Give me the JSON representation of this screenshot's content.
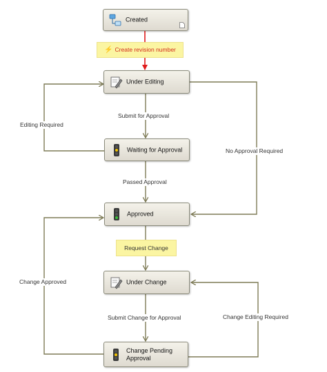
{
  "states": {
    "created": {
      "label": "Created",
      "icon": "workflow-icon"
    },
    "under_editing": {
      "label": "Under Editing",
      "icon": "edit-document-icon"
    },
    "waiting_for_approval": {
      "label": "Waiting for Approval",
      "icon": "traffic-light-icon"
    },
    "approved": {
      "label": "Approved",
      "icon": "traffic-light-icon"
    },
    "under_change": {
      "label": "Under Change",
      "icon": "edit-document-icon"
    },
    "change_pending_approval": {
      "label": "Change Pending Approval",
      "icon": "traffic-light-icon"
    }
  },
  "transitions": {
    "create_revision_number": "Create revision number",
    "submit_for_approval": "Submit for Approval",
    "editing_required": "Editing Required",
    "no_approval_required": "No Approval Required",
    "passed_approval": "Passed Approval",
    "request_change": "Request Change",
    "change_approved": "Change Approved",
    "submit_change_for_approval": "Submit Change for Approval",
    "change_editing_required": "Change Editing Required"
  },
  "colors": {
    "connector": "#7d7a55",
    "highlighted_connector": "#e01b1b",
    "highlight_fill": "#fbf5a2",
    "node_fill": "#e8e5dc"
  }
}
